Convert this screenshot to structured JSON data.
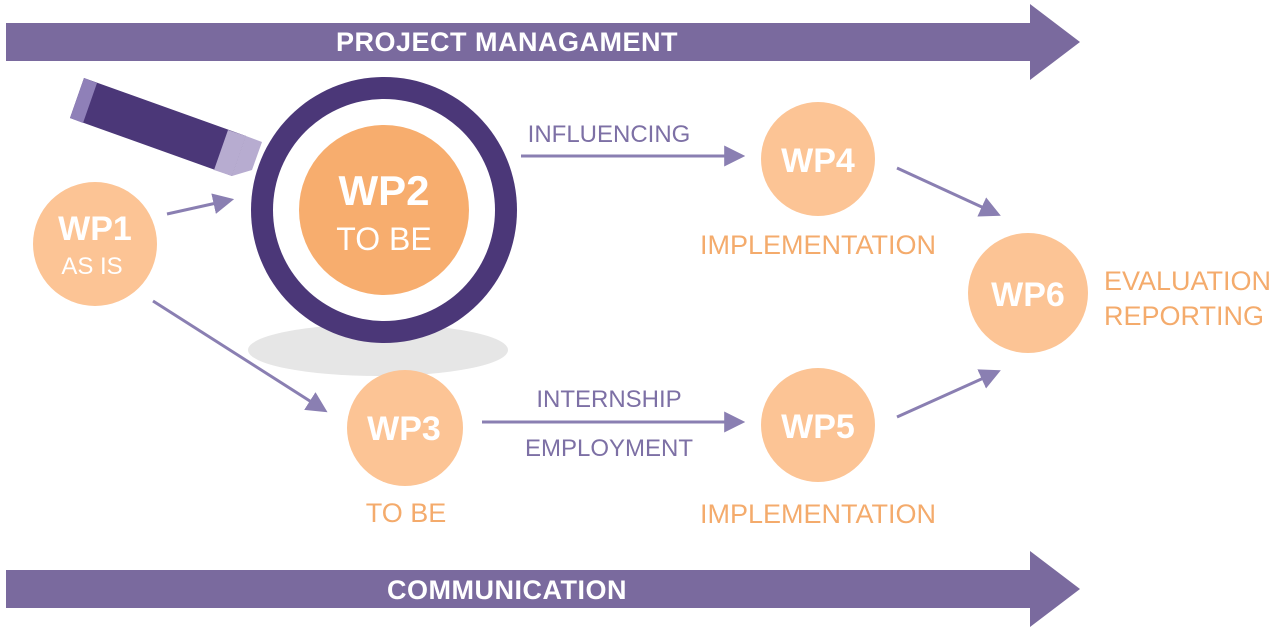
{
  "colors": {
    "banner": "#7a6a9e",
    "lens_ring": "#4b3778",
    "handle": "#4b3778",
    "handle_accent": "#b7acd0",
    "node_light": "#fcc495",
    "node_dark": "#f7ad6e",
    "orange_text": "#f4ab6c",
    "purple_text": "#7d70a5",
    "arrow": "#8a7fb2",
    "shadow": "#e6e6e6"
  },
  "banners": {
    "top": "PROJECT MANAGAMENT",
    "bottom": "COMMUNICATION"
  },
  "nodes": {
    "wp1": {
      "title": "WP1",
      "subtitle": "AS IS"
    },
    "wp2": {
      "title": "WP2",
      "subtitle": "TO BE"
    },
    "wp3": {
      "title": "WP3",
      "caption": "TO BE"
    },
    "wp4": {
      "title": "WP4",
      "caption": "IMPLEMENTATION"
    },
    "wp5": {
      "title": "WP5",
      "caption": "IMPLEMENTATION"
    },
    "wp6": {
      "title": "WP6",
      "caption_line1": "EVALUATION",
      "caption_line2": "REPORTING"
    }
  },
  "edge_labels": {
    "influencing": "INFLUENCING",
    "internship": "INTERNSHIP",
    "employment": "EMPLOYMENT"
  }
}
